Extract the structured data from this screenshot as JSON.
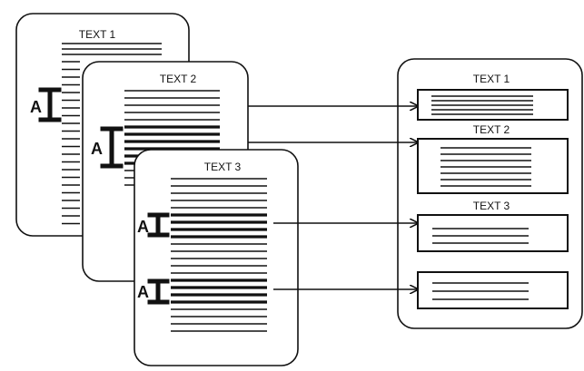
{
  "documents": [
    {
      "id": "doc1",
      "title": "TEXT 1",
      "marker": "A"
    },
    {
      "id": "doc2",
      "title": "TEXT 2",
      "marker": "A"
    },
    {
      "id": "doc3",
      "title": "TEXT 3",
      "markers": [
        "A",
        "A"
      ]
    }
  ],
  "result": {
    "sections": [
      {
        "title": "TEXT 1"
      },
      {
        "title": "TEXT 2"
      },
      {
        "title": "TEXT 3"
      },
      {
        "title": ""
      }
    ]
  }
}
